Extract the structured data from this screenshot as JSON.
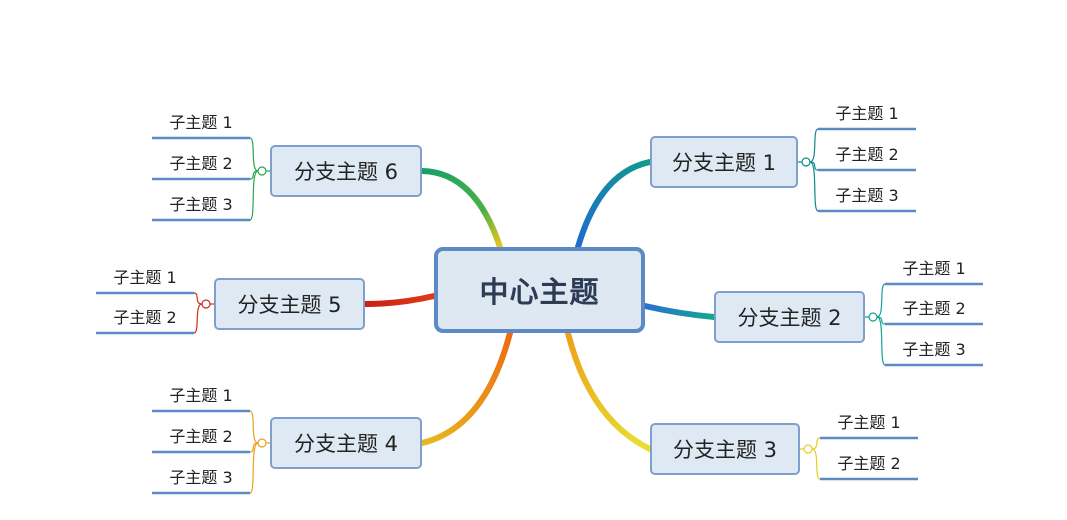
{
  "center": {
    "label": "中心主题"
  },
  "colors": {
    "node_fill": "#dfe9f3",
    "node_border": "#7f9fcc",
    "center_border": "#5b8ac4",
    "underline": "#5b8ac4"
  },
  "branches": [
    {
      "label": "分支主题 1",
      "color": "#0e8a8a",
      "subs": [
        "子主题 1",
        "子主题 2",
        "子主题 3"
      ]
    },
    {
      "label": "分支主题 2",
      "color": "#0fa494",
      "subs": [
        "子主题 1",
        "子主题 2",
        "子主题 3"
      ]
    },
    {
      "label": "分支主题 3",
      "color": "#e4cf1f",
      "subs": [
        "子主题 1",
        "子主题 2"
      ]
    },
    {
      "label": "分支主题 4",
      "color": "#e8a11f",
      "subs": [
        "子主题 1",
        "子主题 2",
        "子主题 3"
      ]
    },
    {
      "label": "分支主题 5",
      "color": "#d62a1c",
      "subs": [
        "子主题 1",
        "子主题 2"
      ]
    },
    {
      "label": "分支主题 6",
      "color": "#27a84a",
      "subs": [
        "子主题 1",
        "子主题 2",
        "子主题 3"
      ]
    }
  ]
}
